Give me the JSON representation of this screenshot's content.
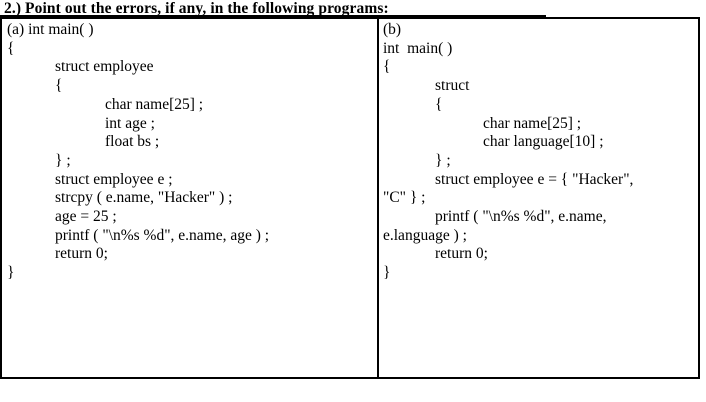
{
  "title": "2.) Point out the errors, if any, in the following programs:",
  "colors": {
    "text": "#000000",
    "border": "#000000",
    "background": "#ffffff"
  },
  "program_a": {
    "lines": [
      {
        "indent": 0,
        "text": "(a) int main( )"
      },
      {
        "indent": 0,
        "text": "{"
      },
      {
        "indent": 1,
        "text": "struct employee"
      },
      {
        "indent": 1,
        "text": "{"
      },
      {
        "indent": 2,
        "text": "char name[25] ;"
      },
      {
        "indent": 2,
        "text": "int age ;"
      },
      {
        "indent": 2,
        "text": "float bs ;"
      },
      {
        "indent": 1,
        "text": "} ;"
      },
      {
        "indent": 1,
        "text": "struct employee e ;"
      },
      {
        "indent": 1,
        "text": "strcpy ( e.name, \"Hacker\" ) ;"
      },
      {
        "indent": 1,
        "text": "age = 25 ;"
      },
      {
        "indent": 1,
        "text": "printf ( \"\\n%s %d\", e.name, age ) ;"
      },
      {
        "indent": 1,
        "text": "return 0;"
      },
      {
        "indent": 0,
        "text": "}"
      }
    ]
  },
  "program_b": {
    "lines": [
      {
        "indent": 0,
        "text": "(b)"
      },
      {
        "indent": 0,
        "text": "int  main( )"
      },
      {
        "indent": 0,
        "text": "{"
      },
      {
        "indent": 1,
        "text": "struct"
      },
      {
        "indent": 1,
        "text": "{"
      },
      {
        "indent": 2,
        "text": "char name[25] ;"
      },
      {
        "indent": 2,
        "text": "char language[10] ;"
      },
      {
        "indent": 1,
        "text": "} ;"
      },
      {
        "indent": 1,
        "text": "struct employee e = { \"Hacker\","
      },
      {
        "indent": 0,
        "text": "\"C\" } ;"
      },
      {
        "indent": 1,
        "text": "printf ( \"\\n%s %d\", e.name,"
      },
      {
        "indent": 0,
        "text": "e.language ) ;"
      },
      {
        "indent": 1,
        "text": "return 0;"
      },
      {
        "indent": 0,
        "text": "}"
      }
    ]
  }
}
